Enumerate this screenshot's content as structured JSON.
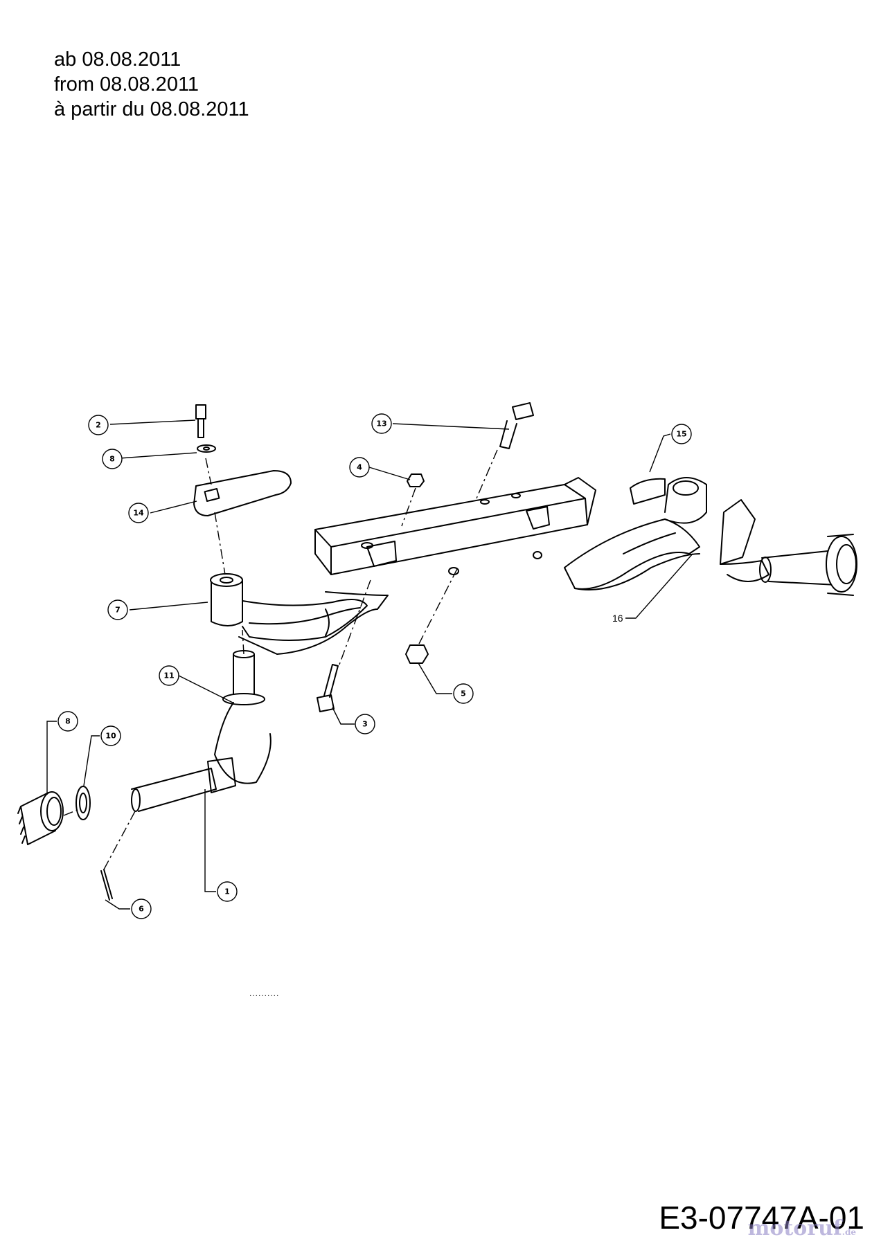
{
  "header": {
    "line_de": "ab 08.08.2011",
    "line_en": "from 08.08.2011",
    "line_fr": "à partir du 08.08.2011"
  },
  "callouts": {
    "c1": "1",
    "c2": "2",
    "c3": "3",
    "c4": "4",
    "c5": "5",
    "c6": "6",
    "c7": "7",
    "c8a": "8",
    "c8b": "8",
    "c10": "10",
    "c11": "11",
    "c13": "13",
    "c14": "14",
    "c15": "15",
    "c16": "16"
  },
  "footer": {
    "dots": "..........",
    "diagram_code": "E3-07747A-01",
    "watermark": "motoruf",
    "watermark_suffix": ".de"
  }
}
